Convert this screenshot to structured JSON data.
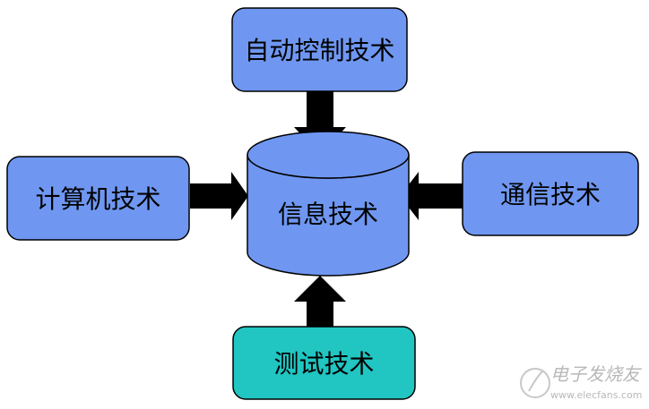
{
  "diagram": {
    "center": {
      "label": "信息技术",
      "shape": "cylinder",
      "fill": "#6f97f1"
    },
    "nodes": {
      "top": {
        "label": "自动控制技术",
        "fill": "#6f97f1"
      },
      "left": {
        "label": "计算机技术",
        "fill": "#6f97f1"
      },
      "right": {
        "label": "通信技术",
        "fill": "#6f97f1"
      },
      "bottom": {
        "label": "测试技术",
        "fill": "#21c5c1"
      }
    },
    "edges": [
      {
        "from": "top",
        "to": "center"
      },
      {
        "from": "left",
        "to": "center"
      },
      {
        "from": "right",
        "to": "center"
      },
      {
        "from": "bottom",
        "to": "center"
      }
    ],
    "colors": {
      "stroke": "#000000",
      "arrow": "#000000",
      "background": "#ffffff"
    }
  },
  "watermark": {
    "name": "电子发烧友",
    "url": "www.elecfans.com"
  }
}
